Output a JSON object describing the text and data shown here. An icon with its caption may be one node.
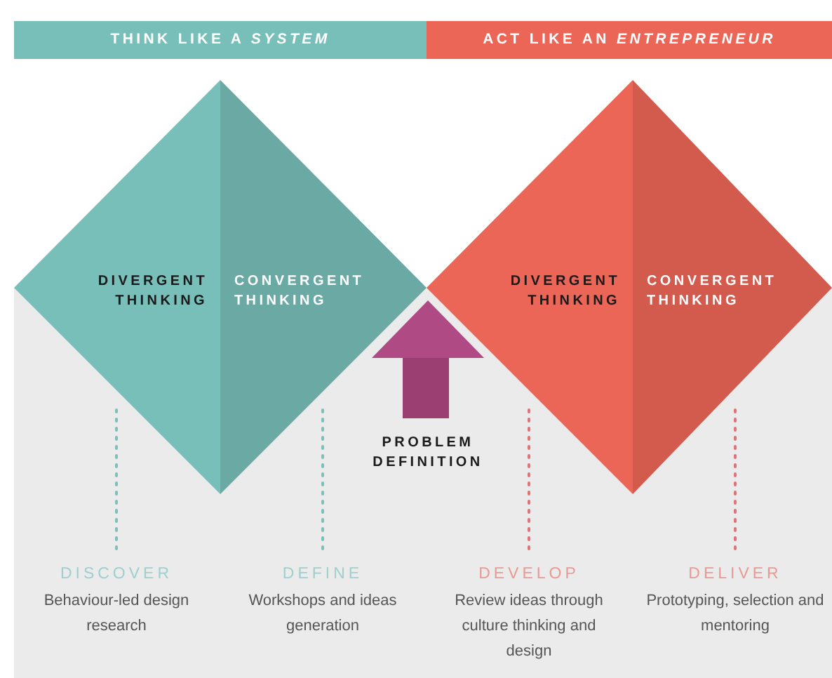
{
  "diagram": {
    "nodes": [
      {
        "text": [
          "THINK LIKE A *SYSTEM*"
        ]
      },
      {
        "text": [
          "ACT LIKE AN *ENTREPRENEUR*"
        ]
      },
      {
        "text": [
          "DIVERGENT THINKING"
        ]
      },
      {
        "text": [
          "CONVERGENT THINKING"
        ]
      },
      {
        "text": [
          "DIVERGENT THINKING"
        ]
      },
      {
        "text": [
          "CONVERGENT THINKING"
        ]
      },
      {
        "text": [
          "PROBLEM DEFINITION"
        ]
      }
    ],
    "labels": [
      "DISCOVER",
      "Behaviour-led design research",
      "DEFINE",
      "Workshops and ideas generation",
      "DEVELOP",
      "Review ideas through culture thinking and design",
      "DELIVER",
      "Prototyping, selection and mentoring"
    ]
  }
}
